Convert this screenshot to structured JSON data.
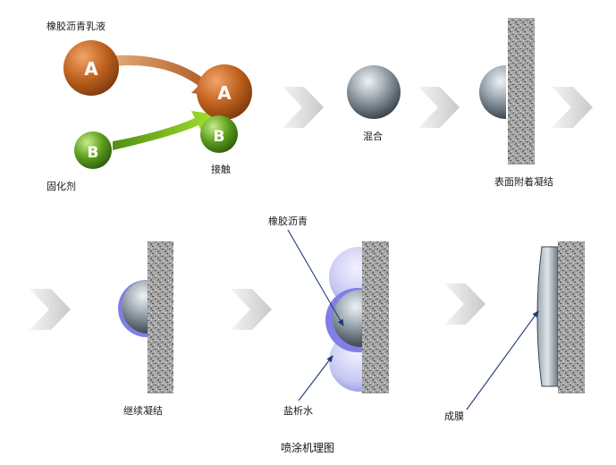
{
  "labels": {
    "emulsion": "橡胶沥青乳液",
    "curing_agent": "固化剂",
    "contact": "接触",
    "mixing": "混合",
    "surface_adhesion": "表面附着凝结",
    "continued_setting": "继续凝结",
    "rubber_asphalt": "橡胶沥青",
    "brine": "盐析水",
    "film_formation": "成膜"
  },
  "balls": {
    "a_letter": "A",
    "b_letter": "B"
  },
  "caption": "喷涂机理图",
  "colors": {
    "ball_a": "#c0621e",
    "ball_b": "#5a9e1c",
    "arrow_orange": "#b7602a",
    "arrow_green": "#7fc21a",
    "gray_ball": "#5f6b74",
    "halo_blue": "#7f7fe6",
    "wall": "#9a9a9a",
    "arrow_line": "#1f3a73"
  }
}
